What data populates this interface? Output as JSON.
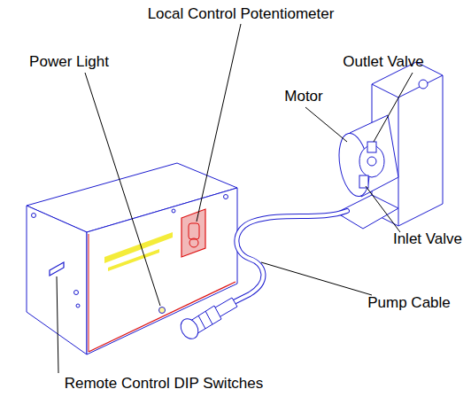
{
  "diagram": {
    "labels": [
      "Local Control Potentiometer",
      "Power Light",
      "Outlet Valve",
      "Motor",
      "Inlet Valve",
      "Pump Cable",
      "Remote Control DIP Switches"
    ]
  }
}
